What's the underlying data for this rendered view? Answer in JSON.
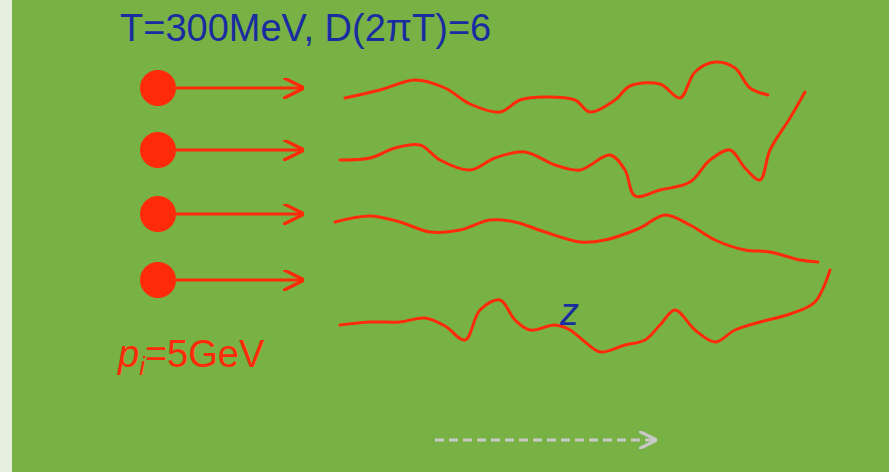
{
  "diagram": {
    "labels": [
      "T=300MeV, D(2πT)=6",
      "p",
      "i",
      "=5GeV",
      "z"
    ]
  }
}
